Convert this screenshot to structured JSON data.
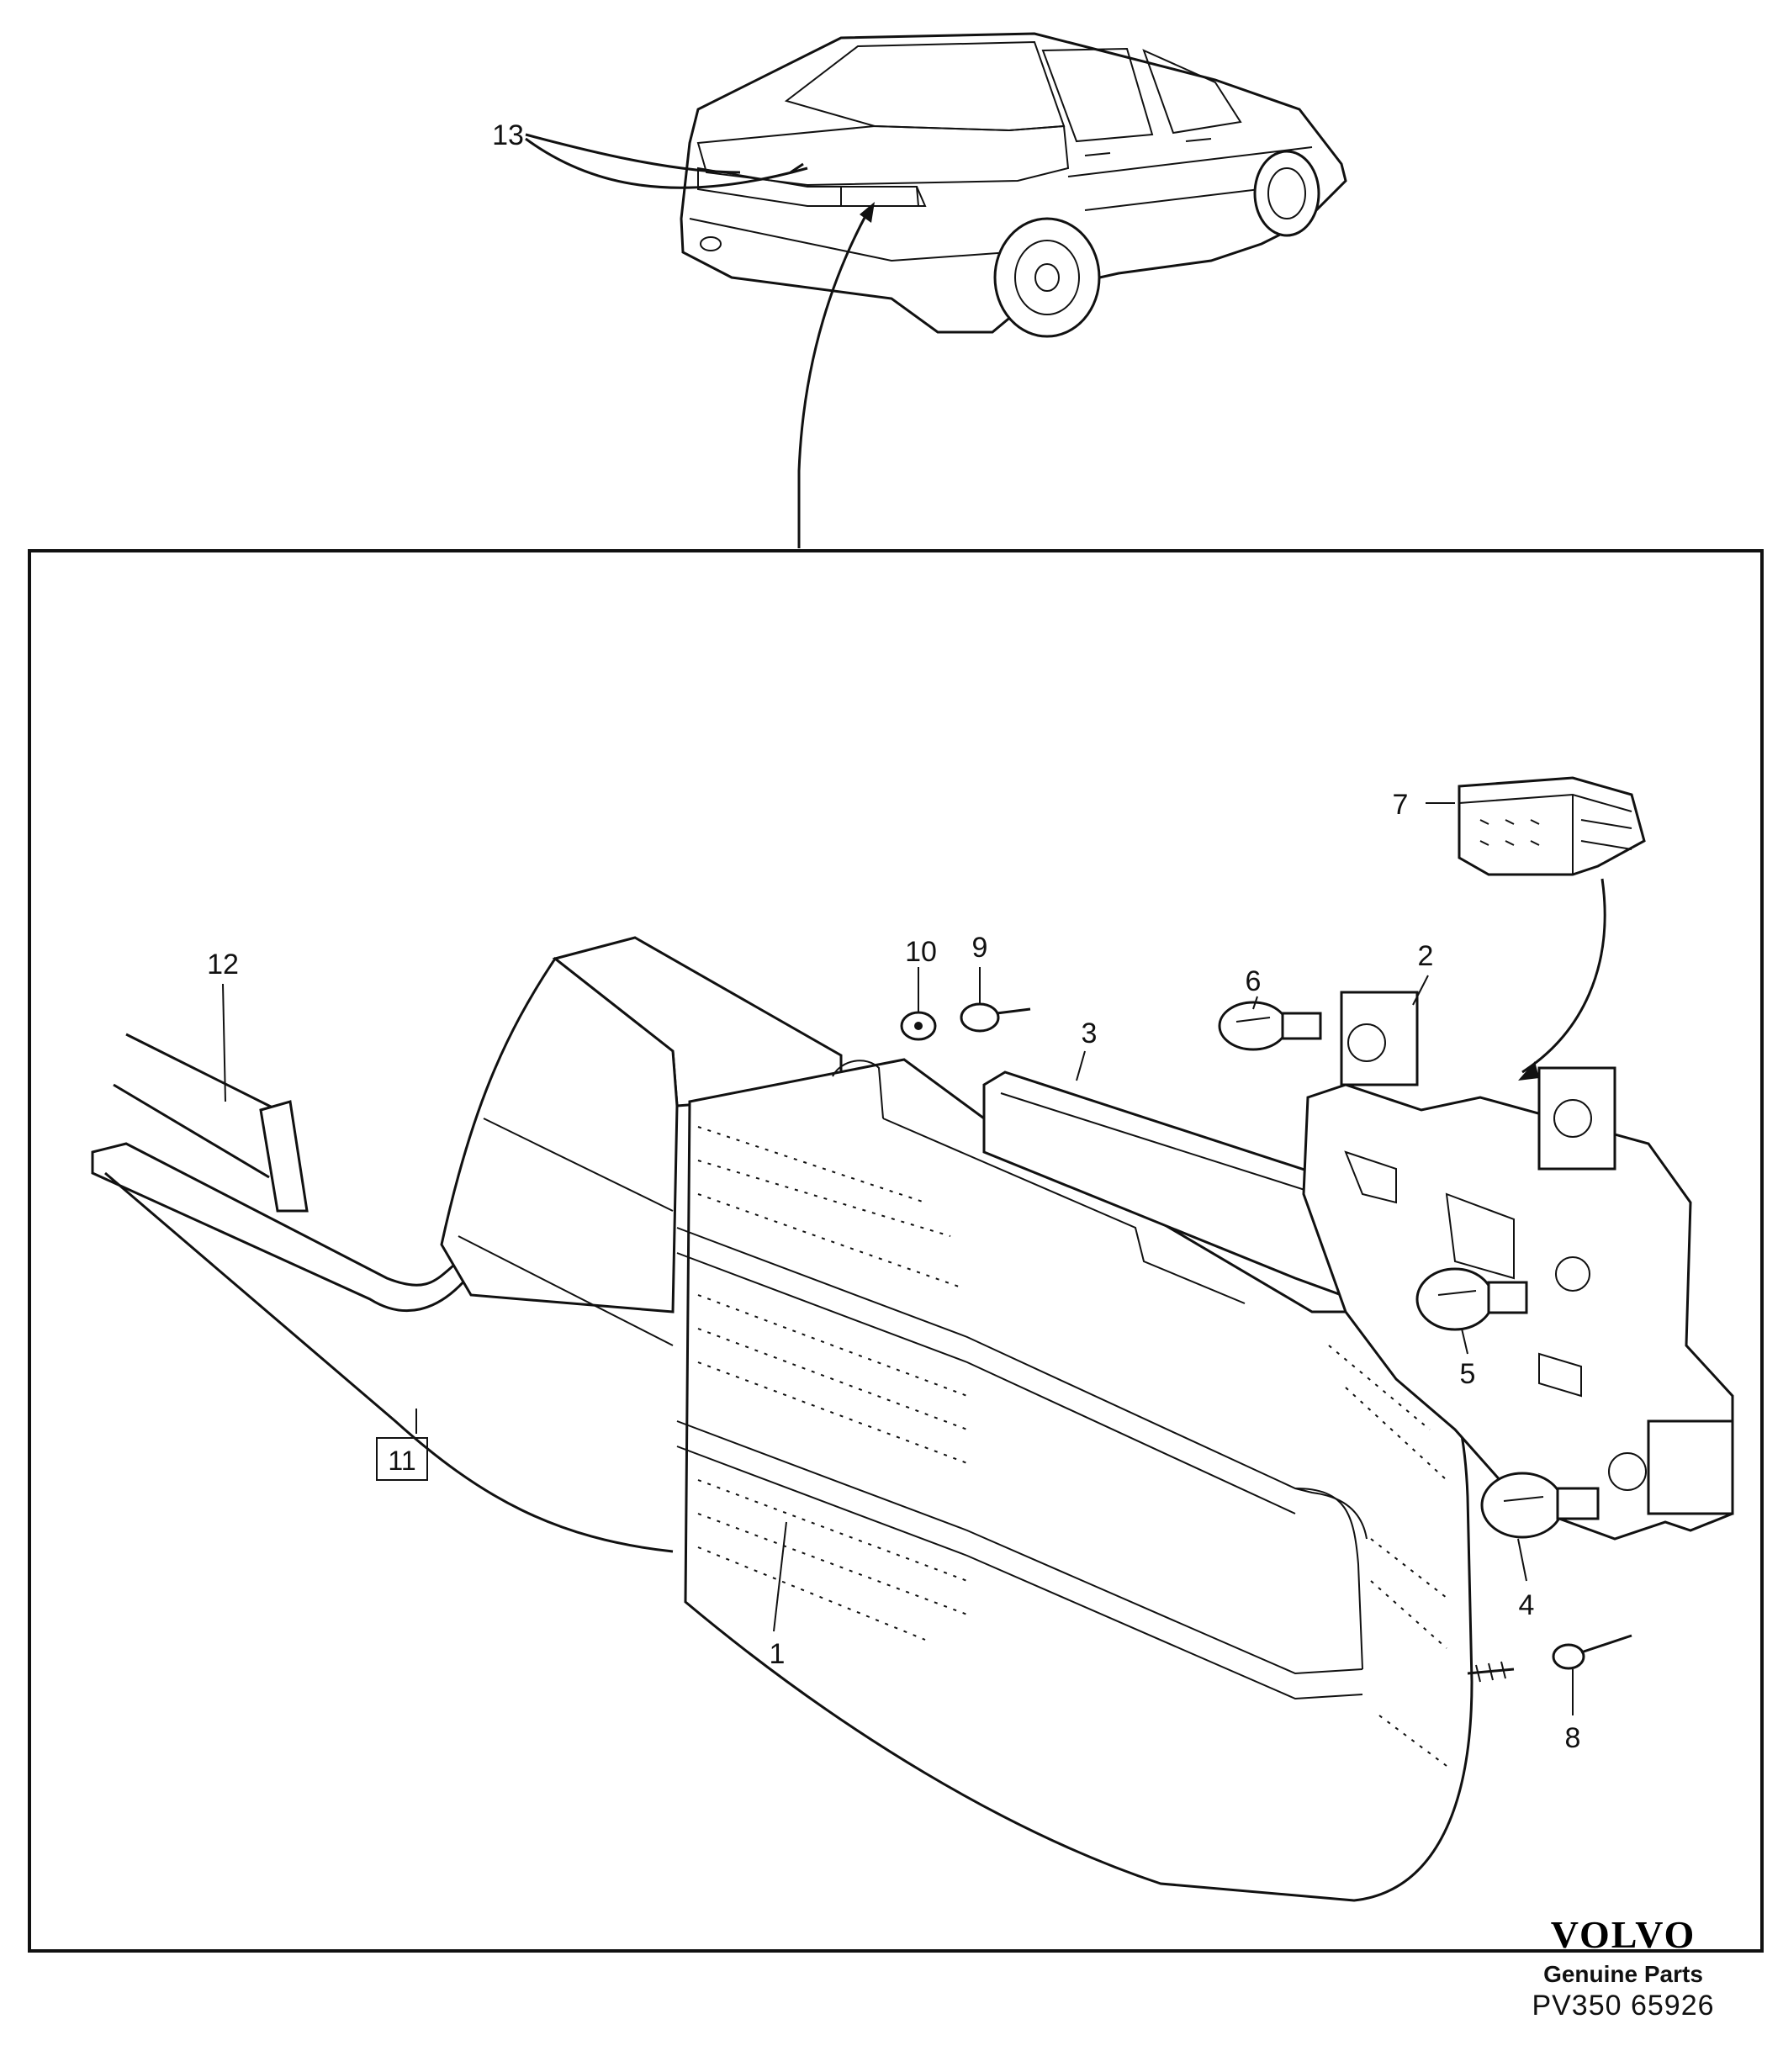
{
  "diagram": {
    "callouts": [
      {
        "id": "1",
        "label": "1"
      },
      {
        "id": "2",
        "label": "2"
      },
      {
        "id": "3",
        "label": "3"
      },
      {
        "id": "4",
        "label": "4"
      },
      {
        "id": "5",
        "label": "5"
      },
      {
        "id": "6",
        "label": "6"
      },
      {
        "id": "7",
        "label": "7"
      },
      {
        "id": "8",
        "label": "8"
      },
      {
        "id": "9",
        "label": "9"
      },
      {
        "id": "10",
        "label": "10"
      },
      {
        "id": "11",
        "label": "11"
      },
      {
        "id": "12",
        "label": "12"
      },
      {
        "id": "13",
        "label": "13"
      }
    ]
  },
  "brand": {
    "name": "VOLVO",
    "subtitle": "Genuine Parts",
    "code": "PV350 65926"
  }
}
